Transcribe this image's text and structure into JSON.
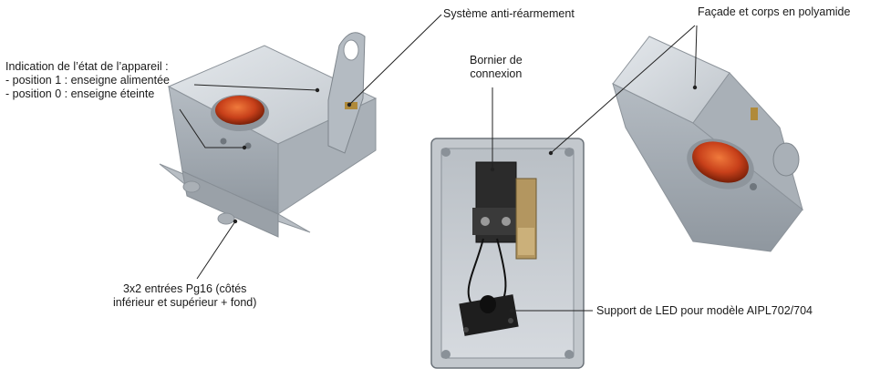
{
  "labels": {
    "state_indication": {
      "line1": "Indication de l’état de l’appareil :",
      "line2": "- position 1 : enseigne alimentée",
      "line3": "- position 0 : enseigne éteinte"
    },
    "anti_reset": "Système anti-réarmement",
    "terminal_block": {
      "line1": "Bornier de",
      "line2": "connexion"
    },
    "facade": "Façade et corps en polyamide",
    "entries": {
      "line1": "3x2 entrées Pg16 (côtés",
      "line2": "inférieur et supérieur + fond)"
    },
    "led_support": "Support de LED pour modèle AIPL702/704"
  },
  "colors": {
    "housing": "#c9ced3",
    "housing_dark": "#9aa1a8",
    "lens": "#c8401a",
    "leader": "#222222"
  }
}
